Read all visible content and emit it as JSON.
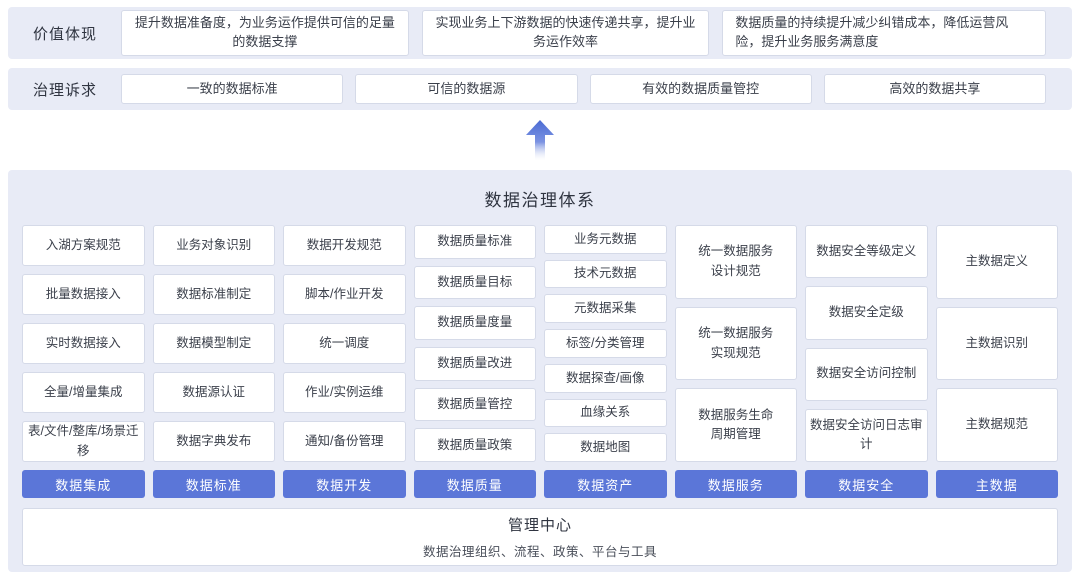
{
  "colors": {
    "accent": "#5b76d8",
    "band_bg": "#e8ebf6",
    "box_border": "#d5dae8",
    "arrow_top": "#4b6bd3"
  },
  "value_row": {
    "label": "价值体现",
    "items": [
      "提升数据准备度，为业务运作提供可信的足量的数据支撑",
      "实现业务上下游数据的快速传递共享，提升业务运作效率",
      "数据质量的持续提升减少纠错成本，降低运营风险，提升业务服务满意度"
    ]
  },
  "demands_row": {
    "label": "治理诉求",
    "items": [
      "一致的数据标准",
      "可信的数据源",
      "有效的数据质量管控",
      "高效的数据共享"
    ]
  },
  "governance": {
    "title": "数据治理体系",
    "columns": [
      {
        "footer": "数据集成",
        "items": [
          "入湖方案规范",
          "批量数据接入",
          "实时数据接入",
          "全量/增量集成",
          "表/文件/整库/场景迁移"
        ]
      },
      {
        "footer": "数据标准",
        "items": [
          "业务对象识别",
          "数据标准制定",
          "数据模型制定",
          "数据源认证",
          "数据字典发布"
        ]
      },
      {
        "footer": "数据开发",
        "items": [
          "数据开发规范",
          "脚本/作业开发",
          "统一调度",
          "作业/实例运维",
          "通知/备份管理"
        ]
      },
      {
        "footer": "数据质量",
        "items": [
          "数据质量标准",
          "数据质量目标",
          "数据质量度量",
          "数据质量改进",
          "数据质量管控",
          "数据质量政策"
        ]
      },
      {
        "footer": "数据资产",
        "items": [
          "业务元数据",
          "技术元数据",
          "元数据采集",
          "标签/分类管理",
          "数据探查/画像",
          "血缘关系",
          "数据地图"
        ]
      },
      {
        "footer": "数据服务",
        "items": [
          "统一数据服务设计规范",
          "统一数据服务实现规范",
          "数据服务生命周期管理"
        ]
      },
      {
        "footer": "数据安全",
        "items": [
          "数据安全等级定义",
          "数据安全定级",
          "数据安全访问控制",
          "数据安全访问日志审计"
        ]
      },
      {
        "footer": "主数据",
        "items": [
          "主数据定义",
          "主数据识别",
          "主数据规范"
        ]
      }
    ],
    "management": {
      "title": "管理中心",
      "subtitle": "数据治理组织、流程、政策、平台与工具"
    }
  }
}
